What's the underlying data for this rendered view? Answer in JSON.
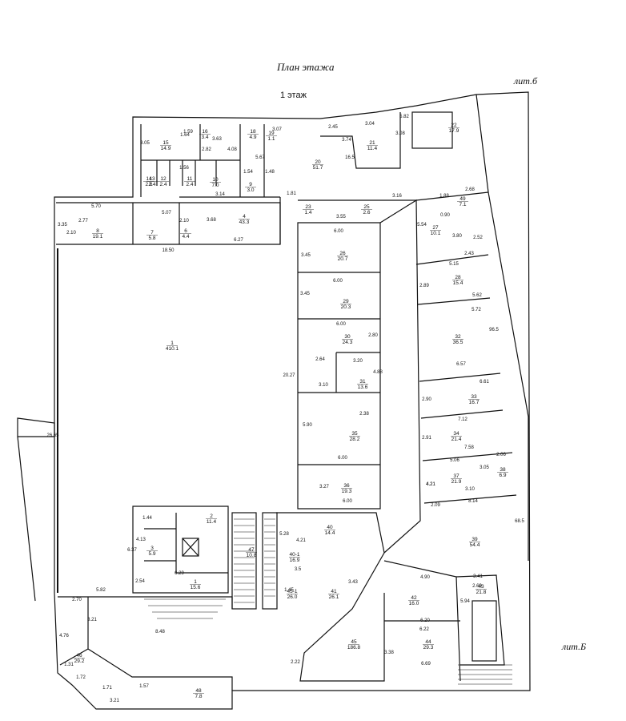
{
  "header": {
    "title": "План этажа",
    "floor": "1 этаж",
    "lit_top": "лит.б",
    "lit_bottom": "лит.Б"
  },
  "rooms": [
    {
      "no": "1",
      "area": "410.1"
    },
    {
      "no": "2",
      "area": "11.4"
    },
    {
      "no": "3",
      "area": "5.9"
    },
    {
      "no": "1",
      "area": "15.6"
    },
    {
      "no": "4",
      "area": "43.3"
    },
    {
      "no": "6",
      "area": "4.4"
    },
    {
      "no": "7",
      "area": "5.8"
    },
    {
      "no": "8",
      "area": "19.1"
    },
    {
      "no": "9",
      "area": "3.0"
    },
    {
      "no": "10",
      "area": "7.0"
    },
    {
      "no": "11",
      "area": "2.4"
    },
    {
      "no": "12",
      "area": "2.4"
    },
    {
      "no": "13",
      "area": "2.4"
    },
    {
      "no": "14",
      "area": "2.6"
    },
    {
      "no": "15",
      "area": "14.9"
    },
    {
      "no": "16",
      "area": "3.4"
    },
    {
      "no": "18",
      "area": "4.9"
    },
    {
      "no": "19",
      "area": "1.1"
    },
    {
      "no": "20",
      "area": "51.7"
    },
    {
      "no": "21",
      "area": "11.4"
    },
    {
      "no": "22",
      "area": "17.9"
    },
    {
      "no": "23",
      "area": "1.4"
    },
    {
      "no": "25",
      "area": "2.6"
    },
    {
      "no": "26",
      "area": "20.7"
    },
    {
      "no": "27",
      "area": "10.1"
    },
    {
      "no": "28",
      "area": "15.4"
    },
    {
      "no": "29",
      "area": "20.3"
    },
    {
      "no": "30",
      "area": "24.3"
    },
    {
      "no": "31",
      "area": "13.6"
    },
    {
      "no": "32",
      "area": "36.5"
    },
    {
      "no": "33",
      "area": "16.7"
    },
    {
      "no": "34",
      "area": "21.4"
    },
    {
      "no": "35",
      "area": "28.2"
    },
    {
      "no": "36",
      "area": "19.3"
    },
    {
      "no": "37",
      "area": "21.9"
    },
    {
      "no": "38",
      "area": "6.9"
    },
    {
      "no": "39",
      "area": "54.4"
    },
    {
      "no": "40",
      "area": "14.4"
    },
    {
      "no": "40-1",
      "area": "16.9"
    },
    {
      "no": "41",
      "area": "26.1"
    },
    {
      "no": "42",
      "area": "16.0"
    },
    {
      "no": "43",
      "area": "21.8"
    },
    {
      "no": "44",
      "area": "29.3"
    },
    {
      "no": "45",
      "area": "186.8"
    },
    {
      "no": "45-1",
      "area": "26.0"
    },
    {
      "no": "46",
      "area": "29.2"
    },
    {
      "no": "47",
      "area": "10.8"
    },
    {
      "no": "48",
      "area": "7.8"
    },
    {
      "no": "49",
      "area": "7.1"
    }
  ],
  "dimensions": [
    "5.70",
    "2.77",
    "2.10",
    "5.07",
    "2.10",
    "6.27",
    "18.50",
    "3.35",
    "3.68",
    "3.07",
    "2.45",
    "3.04",
    "5.82",
    "3.74",
    "16.5",
    "3.08",
    "5.67",
    "1.48",
    "1.81",
    "3.55",
    "3.16",
    "1.88",
    "2.68",
    "0.90",
    "3.80",
    "2.52",
    "5.54",
    "6.00",
    "3.45",
    "6.00",
    "3.45",
    "6.00",
    "2.80",
    "3.20",
    "2.64",
    "3.10",
    "4.88",
    "2.38",
    "5.90",
    "6.00",
    "3.27",
    "6.00",
    "20.27",
    "26.65",
    "5.15",
    "2.43",
    "5.62",
    "5.72",
    "6.57",
    "6.61",
    "7.12",
    "7.58",
    "2.06",
    "5.06",
    "3.05",
    "3.10",
    "2.09",
    "8.14",
    "4.21",
    "6.37",
    "6.29",
    "2.54",
    "1.44",
    "4.13",
    "2.70",
    "5.82",
    "3.21",
    "4.76",
    "8.48",
    "1.31",
    "1.72",
    "1.71",
    "1.57",
    "3.21",
    "5.28",
    "4.21",
    "3.5",
    "3.43",
    "1.45",
    "4.90",
    "3.41",
    "2.69",
    "6.20",
    "6.22",
    "6.69",
    "5.94",
    "2.22",
    "3.38",
    "2.89",
    "2.90",
    "2.91",
    "4.21",
    "96.5",
    "68.5",
    "1.56",
    "3.63",
    "4.08",
    "2.82",
    "1.59",
    "1.64",
    "3.05",
    "3.14",
    "1.54"
  ]
}
